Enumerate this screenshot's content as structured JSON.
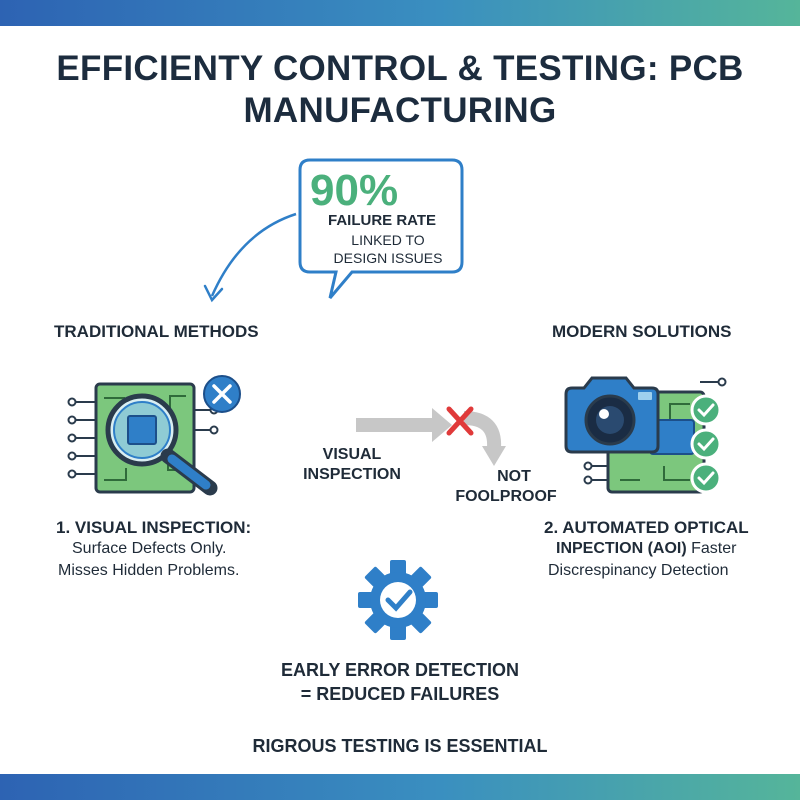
{
  "title": "EFFICIENTY CONTROL & TESTING: PCB MANUFACTURING",
  "callout": {
    "stat": "90%",
    "label": "FAILURE RATE",
    "sub_line1": "LINKED TO",
    "sub_line2": "DESIGN ISSUES"
  },
  "traditional": {
    "heading": "TRADITIONAL METHODS",
    "caption_title": "1. VISUAL INSPECTION:",
    "caption_line1": "Surface Defects Only.",
    "caption_line2": "Misses Hidden Problems."
  },
  "modern": {
    "heading": "MODERN SOLUTIONS",
    "caption_title": "2. AUTOMATED OPTICAL",
    "caption_line2_bold": "INPECTION (AOI)",
    "caption_line2_rest": " Faster",
    "caption_line3": "Discrespinancy Detection"
  },
  "flow": {
    "left_line1": "VISUAL",
    "left_line2": "INSPECTION",
    "right_line1": "NOT",
    "right_line2": "FOOLPROOF"
  },
  "detection": {
    "line1": "EARLY ERROR DETECTION",
    "line2": "= REDUCED FAILURES"
  },
  "footer": "RIGROUS TESTING IS ESSENTIAL",
  "colors": {
    "navy": "#1c2c3e",
    "accent_blue": "#2f7fc8",
    "green": "#4bb07c",
    "board_green": "#7cc77d",
    "fail_red": "#e03a3a"
  },
  "icons": [
    "magnifier-board-icon",
    "x-badge-icon",
    "camera-board-icon",
    "check-badge-icon",
    "gear-check-icon"
  ]
}
